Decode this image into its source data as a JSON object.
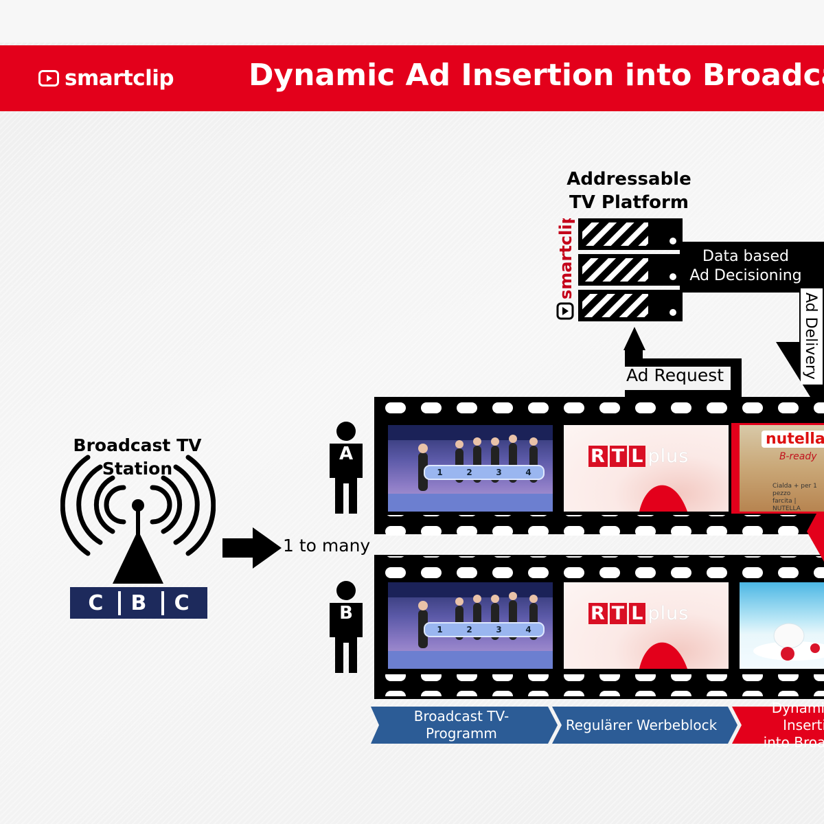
{
  "header": {
    "logo_text": "smartclip",
    "title": "Dynamic Ad Insertion into Broadcast"
  },
  "station": {
    "label_line1": "Broadcast TV",
    "label_line2": "Station",
    "network_letters": [
      "C",
      "B",
      "C"
    ]
  },
  "distribution": {
    "label": "1 to many"
  },
  "platform": {
    "label_line1": "Addressable",
    "label_line2": "TV Platform",
    "vertical_brand": "smartclip"
  },
  "flows": {
    "data_line1": "Data based",
    "data_line2": "Ad Decisioning",
    "ad_request": "Ad Request",
    "ad_delivery": "Ad Delivery"
  },
  "viewers": [
    {
      "id": "A"
    },
    {
      "id": "B"
    }
  ],
  "frames": {
    "studio_numbers": [
      "1",
      "2",
      "3",
      "4"
    ],
    "channel_logo_letters": [
      "R",
      "T",
      "L"
    ],
    "channel_logo_suffix": "plus",
    "ad_a_brand": "nutella",
    "ad_a_product": "B-ready",
    "ad_a_small_line1": "Cialda + per 1 pezzo",
    "ad_a_small_line2": "farcita | NUTELLA"
  },
  "segments": [
    {
      "line1": "Broadcast TV-",
      "line2": "Programm",
      "color": "#2c5c96"
    },
    {
      "line1": "Regulärer Werbeblock",
      "line2": "",
      "color": "#2c5c96"
    },
    {
      "line1": "Dynamic Ad Insertion",
      "line2": "into Broadcast",
      "color": "#e3001b"
    }
  ],
  "colors": {
    "brand_red": "#e3001b",
    "segment_blue": "#2c5c96",
    "cbc_blue": "#1d2a5c"
  },
  "icons": [
    "play-icon",
    "antenna-icon",
    "server-icon",
    "person-icon",
    "arrow-right-icon",
    "arrow-up-icon",
    "arrow-down-icon"
  ]
}
